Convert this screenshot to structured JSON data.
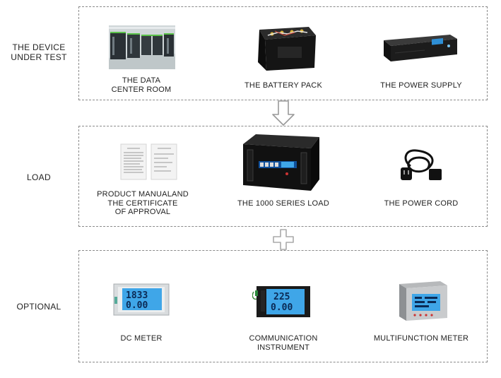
{
  "sections": [
    {
      "label": "THE DEVICE\nUNDER TEST",
      "items": [
        "THE DATA\nCENTER ROOM",
        "THE BATTERY PACK",
        "THE POWER SUPPLY"
      ]
    },
    {
      "label": "LOAD",
      "items": [
        "PRODUCT MANUALAND\nTHE CERTIFICATE\nOF APPROVAL",
        "THE 1000 SERIES LOAD",
        "THE POWER CORD"
      ]
    },
    {
      "label": "OPTIONAL",
      "items": [
        "DC METER",
        "COMMUNICATION\nINSTRUMENT",
        "MULTIFUNCTION METER"
      ]
    }
  ],
  "meter_readings": {
    "dc_meter": [
      "1833",
      "0.00"
    ],
    "communication_instrument": [
      "225",
      "0.00"
    ]
  },
  "colors": {
    "border": "#8a8a8a",
    "lcd": "#3fa6e8",
    "device_dark": "#1d1d1d",
    "arrow": "#999999"
  }
}
